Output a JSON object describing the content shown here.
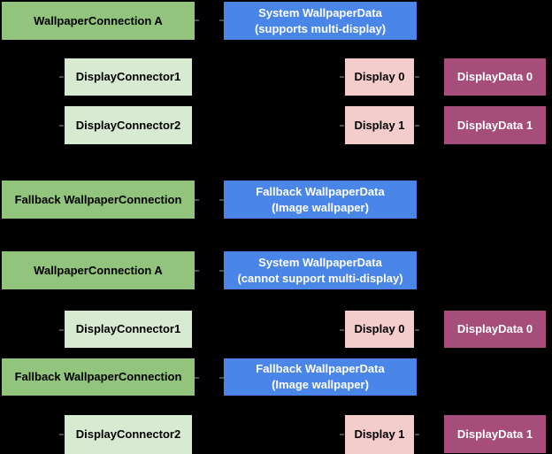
{
  "background": "#000000",
  "palette": {
    "connection_green": "#93c47d",
    "connector_light_green": "#d9ead3",
    "wallpaper_data_blue": "#4a86e8",
    "display_pink": "#f4cccc",
    "display_data_magenta": "#a64d79",
    "dark_text": "#000000",
    "light_text": "#ffffff"
  },
  "sections": {
    "multi_display": {
      "wallpaper_connection": "WallpaperConnection A",
      "wallpaper_data_line1": "System WallpaperData",
      "wallpaper_data_line2": "(supports multi-display)",
      "display_connector_1": "DisplayConnector1",
      "display_connector_2": "DisplayConnector2",
      "display_0": "Display 0",
      "display_1": "Display 1",
      "display_data_0": "DisplayData 0",
      "display_data_1": "DisplayData 1",
      "fallback_connection": "Fallback WallpaperConnection",
      "fallback_data_line1": "Fallback WallpaperData",
      "fallback_data_line2": "(Image wallpaper)"
    },
    "single_display": {
      "wallpaper_connection": "WallpaperConnection A",
      "wallpaper_data_line1": "System WallpaperData",
      "wallpaper_data_line2": "(cannot support multi-display)",
      "display_connector_1": "DisplayConnector1",
      "display_connector_2": "DisplayConnector2",
      "display_0": "Display 0",
      "display_1": "Display 1",
      "display_data_0": "DisplayData 0",
      "display_data_1": "DisplayData 1",
      "fallback_connection": "Fallback WallpaperConnection",
      "fallback_data_line1": "Fallback WallpaperData",
      "fallback_data_line2": "(Image wallpaper)"
    }
  }
}
